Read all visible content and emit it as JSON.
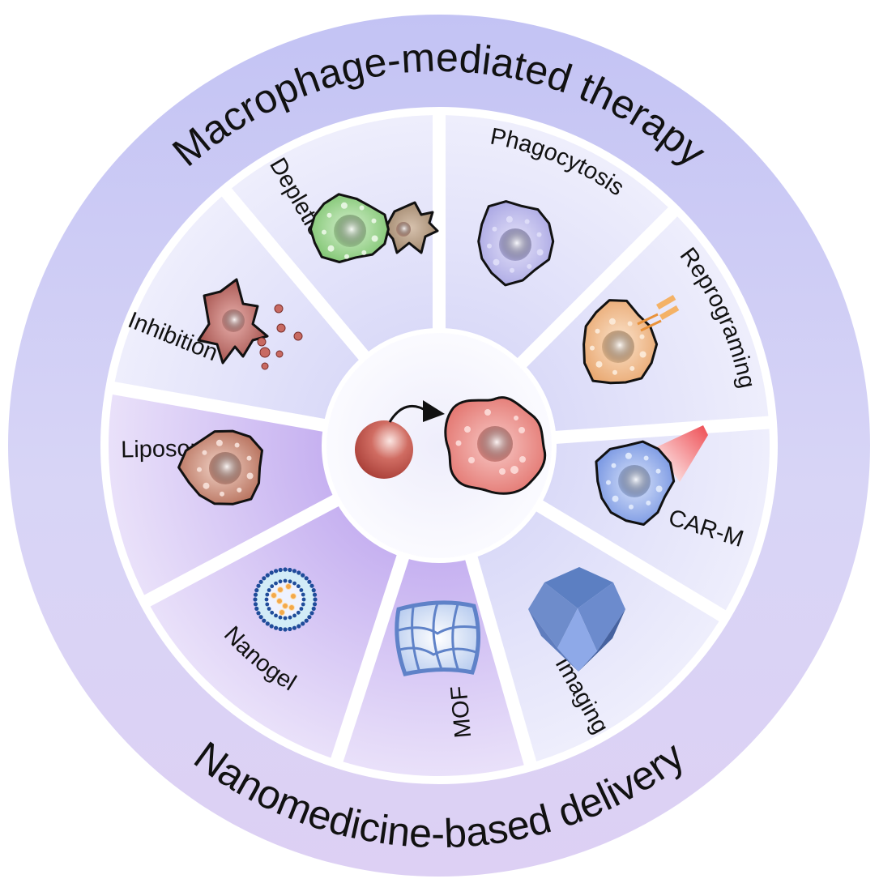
{
  "title_top": "Macrophage-mediated therapy",
  "title_bottom": "Nanomedicine-based delivery",
  "center": {
    "description": "nanoparticle targeting macrophage",
    "particle_color": "#b84a44",
    "cell_color": "#e8837e"
  },
  "segments": [
    {
      "id": "phagocytosis",
      "label": "Phagocytosis",
      "group": "therapy",
      "icon": "phagocytosis-cells-icon"
    },
    {
      "id": "reprograming",
      "label": "Reprograming",
      "group": "therapy",
      "icon": "reprogrammed-macrophage-icon"
    },
    {
      "id": "car-m",
      "label": "CAR-M",
      "group": "therapy",
      "icon": "car-macrophage-icon"
    },
    {
      "id": "imaging",
      "label": "Imaging",
      "group": "therapy",
      "icon": "imaging-macrophage-icon"
    },
    {
      "id": "mof",
      "label": "MOF",
      "group": "delivery",
      "icon": "mof-crystal-icon"
    },
    {
      "id": "nanogel",
      "label": "Nanogel",
      "group": "delivery",
      "icon": "nanogel-icon"
    },
    {
      "id": "liposome",
      "label": "Liposome",
      "group": "delivery",
      "icon": "liposome-icon"
    },
    {
      "id": "inhibition",
      "label": "Inhibition",
      "group": "therapy",
      "icon": "inhibited-macrophage-icon"
    },
    {
      "id": "depletion",
      "label": "Depletion",
      "group": "therapy",
      "icon": "depleted-macrophage-icon"
    }
  ],
  "colors": {
    "outer_ring_top": "#c5c5f5",
    "outer_ring_bottom": "#ddd3f5",
    "therapy_segment": "#e4e4fa",
    "delivery_segment": "#d2c0f3",
    "center_disc": "#f4f3fd"
  }
}
